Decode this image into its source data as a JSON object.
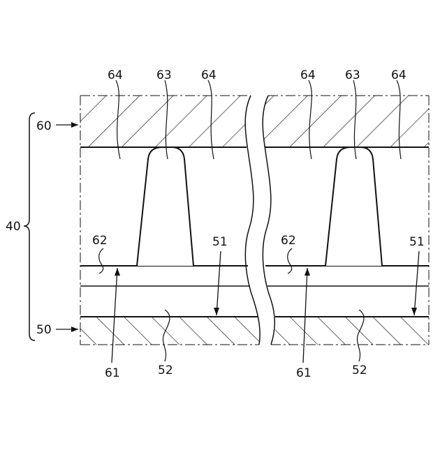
{
  "labels": {
    "assembly": "40",
    "upper_substrate": "60",
    "lower_substrate": "50",
    "upper_contact_left_a": "64",
    "upper_contact_left_b": "64",
    "upper_contact_right_a": "64",
    "upper_contact_right_b": "64",
    "spacer_left": "63",
    "spacer_right": "63",
    "surface_left": "62",
    "surface_right": "62",
    "layer_left": "51",
    "layer_right": "51",
    "gap_left": "61",
    "gap_right": "61",
    "base_left": "52",
    "base_right": "52"
  }
}
